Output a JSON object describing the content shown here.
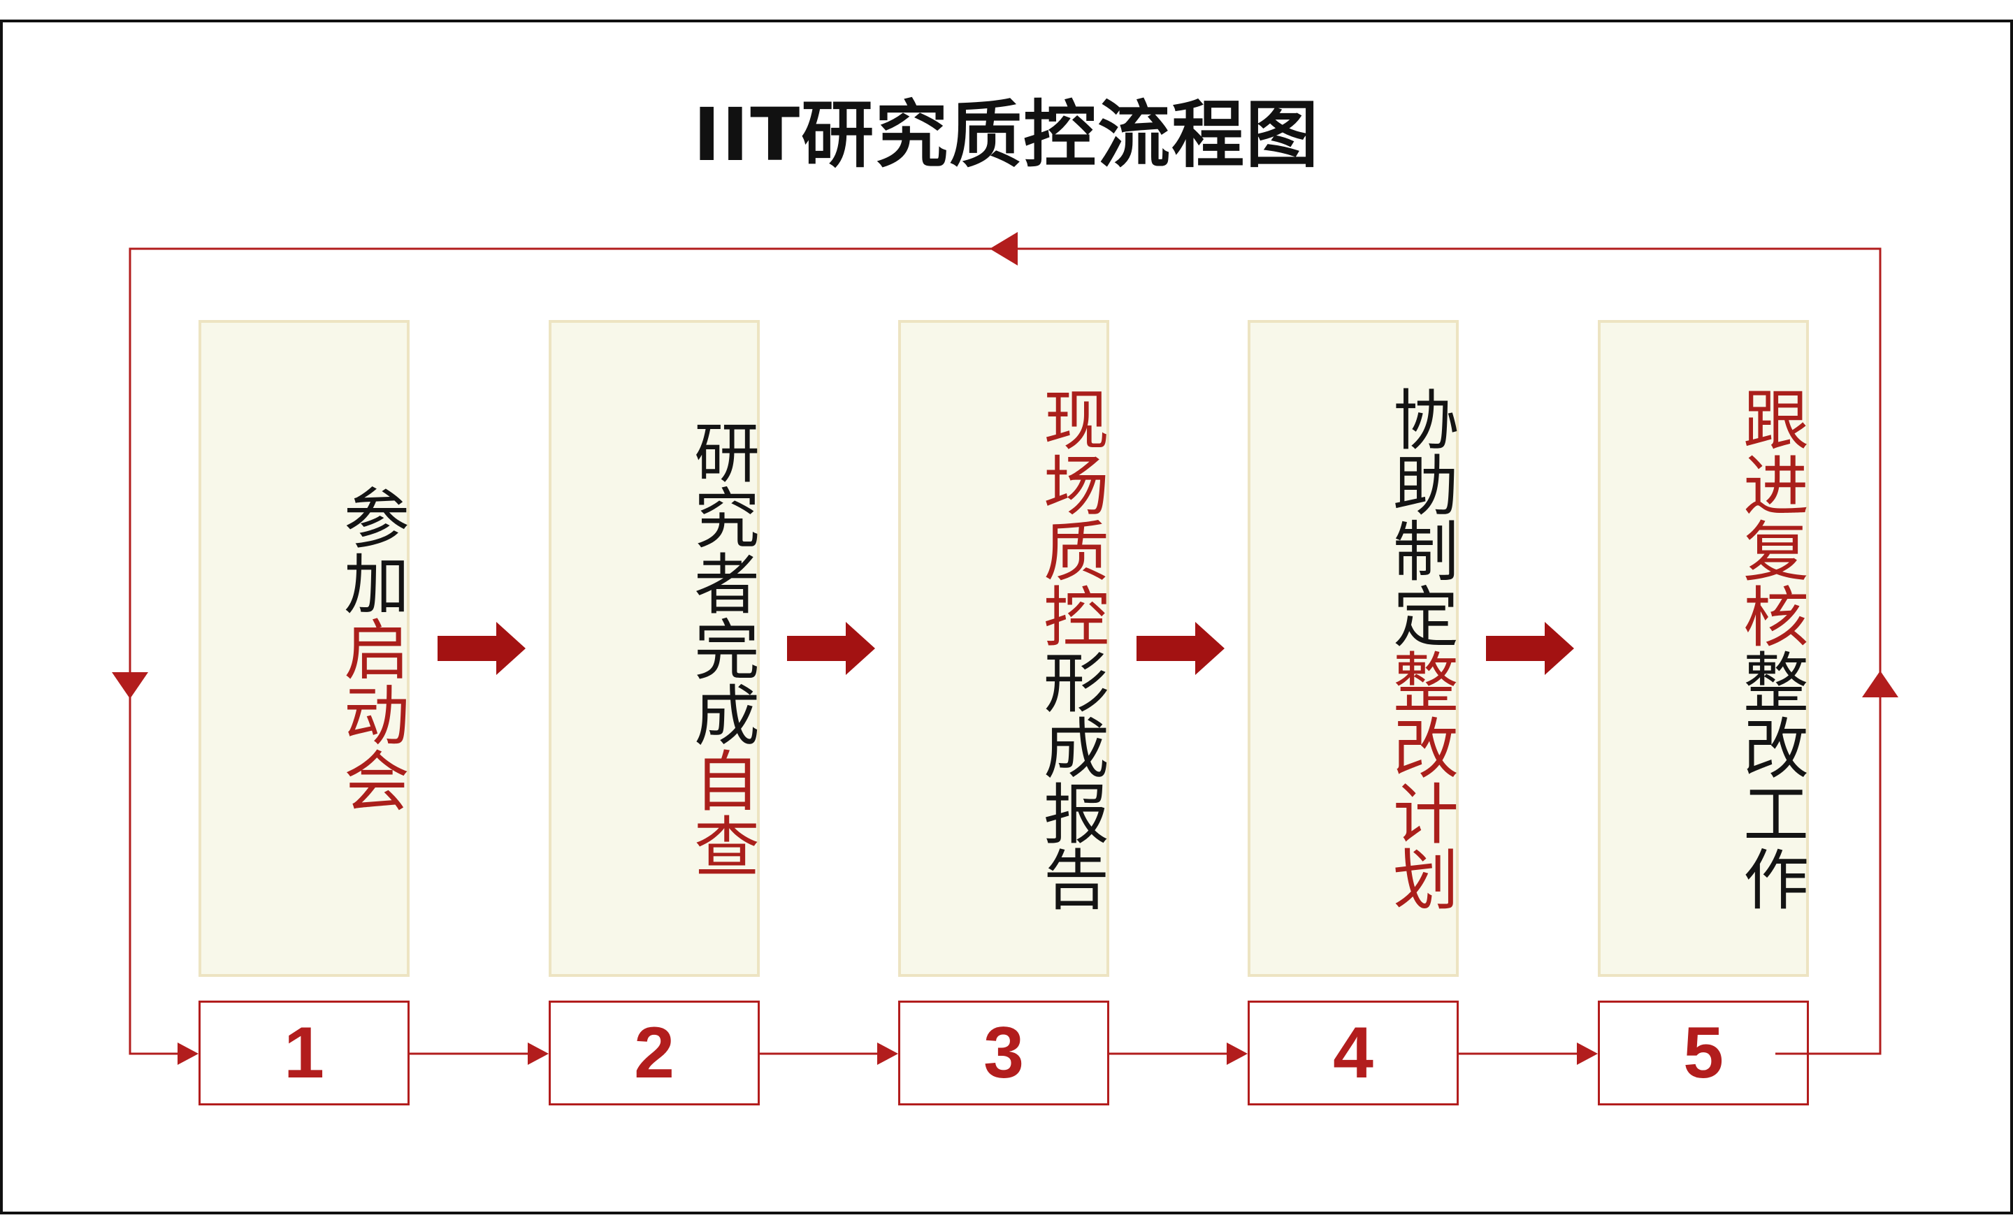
{
  "title": "IIT研究质控流程图",
  "colors": {
    "accent": "#aa1f1b",
    "line": "#b21d1d",
    "box_fill": "#f8f8ea",
    "box_border": "#ede4c2",
    "text": "#141414"
  },
  "steps": [
    {
      "number": "1",
      "parts": [
        {
          "text": "参加",
          "accent": false
        },
        {
          "text": "启动会",
          "accent": true
        }
      ]
    },
    {
      "number": "2",
      "parts": [
        {
          "text": "研究者完成",
          "accent": false
        },
        {
          "text": "自查",
          "accent": true
        }
      ]
    },
    {
      "number": "3",
      "parts": [
        {
          "text": "现场质控",
          "accent": true
        },
        {
          "text": "形成报告",
          "accent": false
        }
      ]
    },
    {
      "number": "4",
      "parts": [
        {
          "text": "协助制定",
          "accent": false
        },
        {
          "text": "整改计划",
          "accent": true
        }
      ]
    },
    {
      "number": "5",
      "parts": [
        {
          "text": "跟进复核",
          "accent": true
        },
        {
          "text": "整改工作",
          "accent": false
        }
      ]
    }
  ],
  "icons": {
    "step_arrow": "thick-right-arrow-icon",
    "flow_arrow": "triangle-arrow-icon"
  }
}
